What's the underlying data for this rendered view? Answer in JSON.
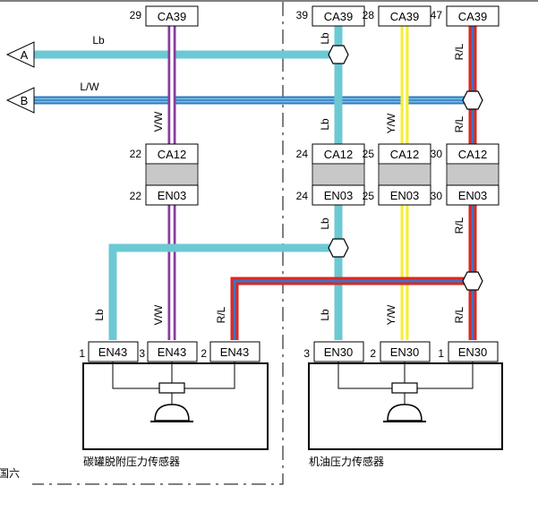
{
  "colors": {
    "lb": "#6cc9d4",
    "violet": "#8a3aa0",
    "yellow": "#f5ef3a",
    "red": "#e0261e",
    "blue": "#3c74c8",
    "white": "#ffffff"
  },
  "connectors": {
    "ca39_a": {
      "pin": "29",
      "name": "CA39"
    },
    "ca39_b": {
      "pin": "39",
      "name": "CA39"
    },
    "ca39_c": {
      "pin": "28",
      "name": "CA39"
    },
    "ca39_d": {
      "pin": "47",
      "name": "CA39"
    },
    "ca12_a": {
      "pin": "22",
      "name": "CA12"
    },
    "ca12_b": {
      "pin": "24",
      "name": "CA12"
    },
    "ca12_c": {
      "pin": "25",
      "name": "CA12"
    },
    "ca12_d": {
      "pin": "30",
      "name": "CA12"
    },
    "en03_a": {
      "pin": "22",
      "name": "EN03"
    },
    "en03_b": {
      "pin": "24",
      "name": "EN03"
    },
    "en03_c": {
      "pin": "25",
      "name": "EN03"
    },
    "en03_d": {
      "pin": "30",
      "name": "EN03"
    },
    "en43_a": {
      "pin": "1",
      "name": "EN43"
    },
    "en43_b": {
      "pin": "3",
      "name": "EN43"
    },
    "en43_c": {
      "pin": "2",
      "name": "EN43"
    },
    "en30_a": {
      "pin": "3",
      "name": "EN30"
    },
    "en30_b": {
      "pin": "2",
      "name": "EN30"
    },
    "en30_c": {
      "pin": "1",
      "name": "EN30"
    }
  },
  "wire_labels": {
    "lb": "Lb",
    "lw": "L/W",
    "vw": "V/W",
    "yw": "Y/W",
    "rl": "R/L"
  },
  "references": {
    "a": "A",
    "b": "B"
  },
  "components": {
    "canister_sensor": "碳罐脱附压力传感器",
    "oil_sensor": "机油压力传感器"
  },
  "footer_text": "国六"
}
